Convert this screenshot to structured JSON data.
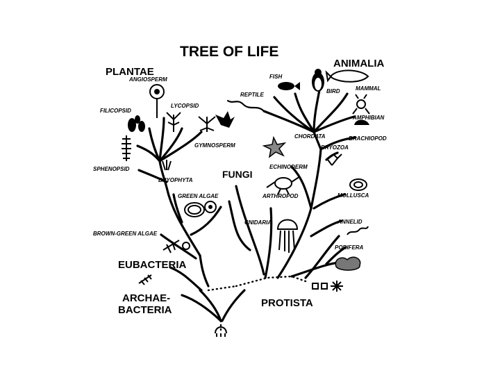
{
  "title": "TREE OF LIFE",
  "kingdoms": {
    "plantae": "PLANTAE",
    "animalia": "ANIMALIA",
    "fungi": "FUNGI",
    "eubacteria": "EUBACTERIA",
    "archaebacteria_line1": "ARCHAE-",
    "archaebacteria_line2": "BACTERIA",
    "protista": "PROTISTA"
  },
  "groups": {
    "angiosperm": "ANGIOSPERM",
    "lycopsid": "LYCOPSID",
    "filicopsid": "FILICOPSID",
    "sphenopsid": "SPHENOPSID",
    "gymnosperm": "GYMNOSPERM",
    "bryophyta": "BRYOPHYTA",
    "green_algae": "GREEN ALGAE",
    "brown_green_algae": "BROWN-GREEN ALGAE",
    "fish": "FISH",
    "reptile": "REPTILE",
    "bird": "BIRD",
    "mammal": "MAMMAL",
    "amphibian": "AMPHIBIAN",
    "chordata": "CHORDATA",
    "brachiopod": "BRACHIOPOD",
    "bryozoa": "BRYOZOA",
    "echinoderm": "ECHINODERM",
    "arthropod": "ARTHROPOD",
    "mollusca": "MOLLUSCA",
    "cnidaria": "CNIDARIA",
    "annelid": "ANNELID",
    "porifera": "PORIFERA"
  }
}
